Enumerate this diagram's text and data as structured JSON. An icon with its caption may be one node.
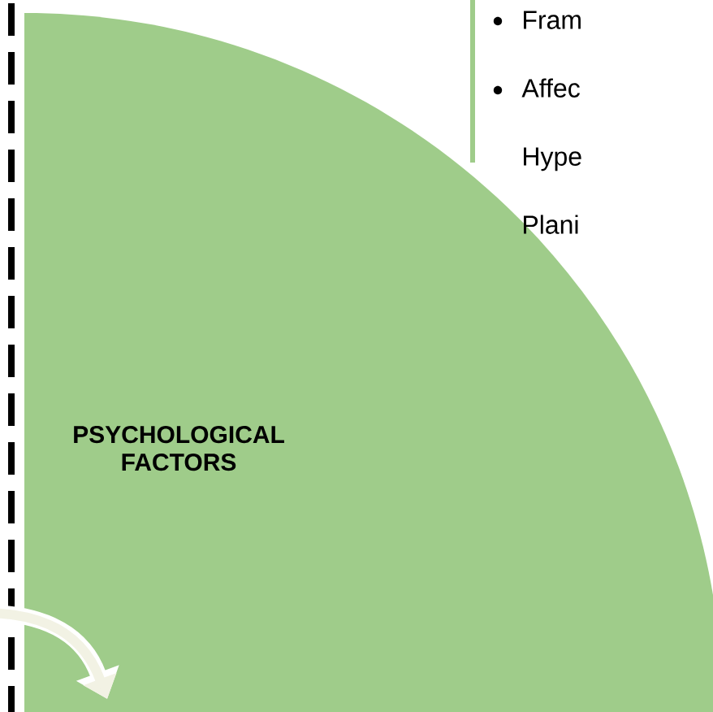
{
  "diagram": {
    "nodes": [
      {
        "text": [
          "PSYCHOLOGICAL FACTORS"
        ]
      },
      {
        "text": [
          "Fram",
          "Affec",
          "Hype",
          "Plani"
        ]
      }
    ]
  }
}
